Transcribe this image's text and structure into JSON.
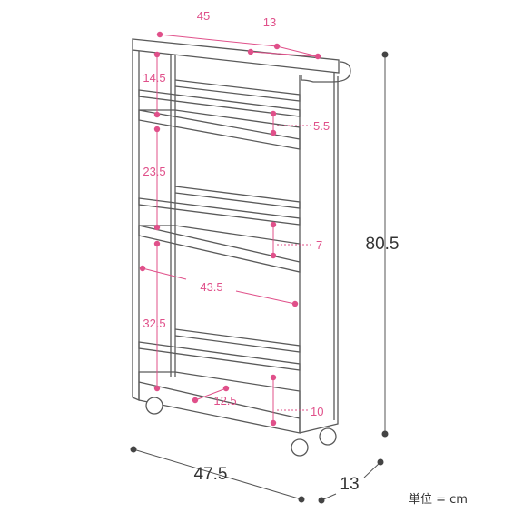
{
  "diagram": {
    "overall_dimensions": {
      "width": "47.5",
      "depth": "13",
      "height": "80.5"
    },
    "detail_dimensions": {
      "top_length": "45",
      "top_depth": "13",
      "top_gap": "14.5",
      "rail_gap_upper": "5.5",
      "shelf_gap_middle": "23.5",
      "rail_gap_middle": "7",
      "inner_width": "43.5",
      "shelf_gap_lower": "32.5",
      "inner_depth": "12.5",
      "rail_height_lower": "10"
    },
    "unit": "単位 = cm"
  },
  "colors": {
    "outline": "#5a5a5a",
    "pink": "#e0508a",
    "dark_dot": "#444444"
  }
}
